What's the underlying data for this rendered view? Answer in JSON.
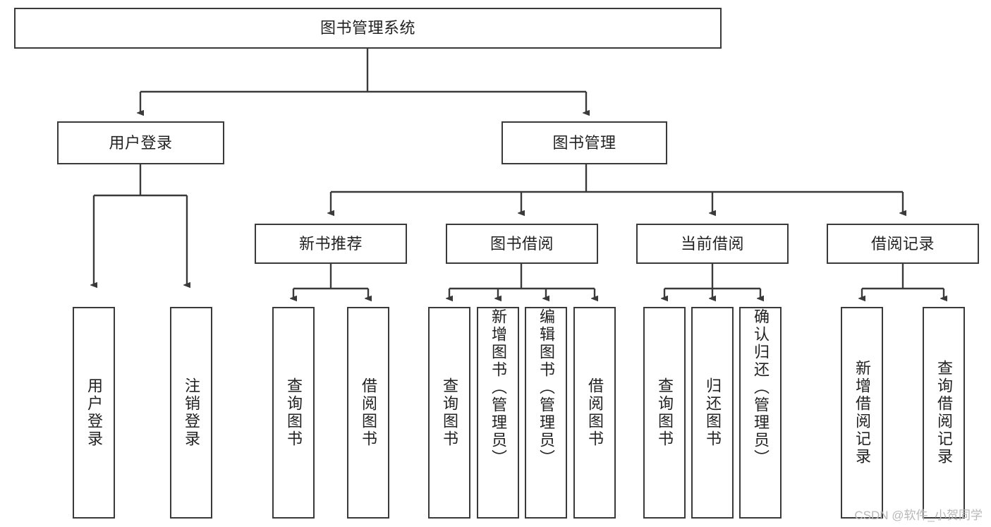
{
  "diagram": {
    "type": "tree",
    "title": "图书管理系统",
    "watermark": "CSDN @软件_小贺同学",
    "root": {
      "id": "root",
      "label": "图书管理系统"
    },
    "level1": [
      {
        "id": "user-login",
        "label": "用户登录"
      },
      {
        "id": "book-manage",
        "label": "图书管理"
      }
    ],
    "level2": [
      {
        "id": "new-book-rec",
        "label": "新书推荐",
        "parent": "book-manage"
      },
      {
        "id": "book-borrow",
        "label": "图书借阅",
        "parent": "book-manage"
      },
      {
        "id": "current-borrow",
        "label": "当前借阅",
        "parent": "book-manage"
      },
      {
        "id": "borrow-record",
        "label": "借阅记录",
        "parent": "book-manage"
      }
    ],
    "leaves": [
      {
        "id": "leaf-user-login",
        "label": "用户登录",
        "parent": "user-login"
      },
      {
        "id": "leaf-logout",
        "label": "注销登录",
        "parent": "user-login"
      },
      {
        "id": "leaf-query-book-1",
        "label": "查询图书",
        "parent": "new-book-rec"
      },
      {
        "id": "leaf-borrow-book-1",
        "label": "借阅图书",
        "parent": "new-book-rec"
      },
      {
        "id": "leaf-query-book-2",
        "label": "查询图书",
        "parent": "book-borrow"
      },
      {
        "id": "leaf-add-book",
        "label": "新增图书（管理员）",
        "parent": "book-borrow"
      },
      {
        "id": "leaf-edit-book",
        "label": "编辑图书（管理员）",
        "parent": "book-borrow"
      },
      {
        "id": "leaf-borrow-book-2",
        "label": "借阅图书",
        "parent": "book-borrow"
      },
      {
        "id": "leaf-query-book-3",
        "label": "查询图书",
        "parent": "current-borrow"
      },
      {
        "id": "leaf-return-book",
        "label": "归还图书",
        "parent": "current-borrow"
      },
      {
        "id": "leaf-confirm-return",
        "label": "确认归还（管理员）",
        "parent": "current-borrow"
      },
      {
        "id": "leaf-add-record",
        "label": "新增借阅记录",
        "parent": "borrow-record"
      },
      {
        "id": "leaf-query-record",
        "label": "查询借阅记录",
        "parent": "borrow-record"
      }
    ],
    "colors": {
      "stroke": "#3a3a3a",
      "fill": "#ffffff",
      "text": "#222222",
      "watermark": "#b8b8b8"
    }
  }
}
